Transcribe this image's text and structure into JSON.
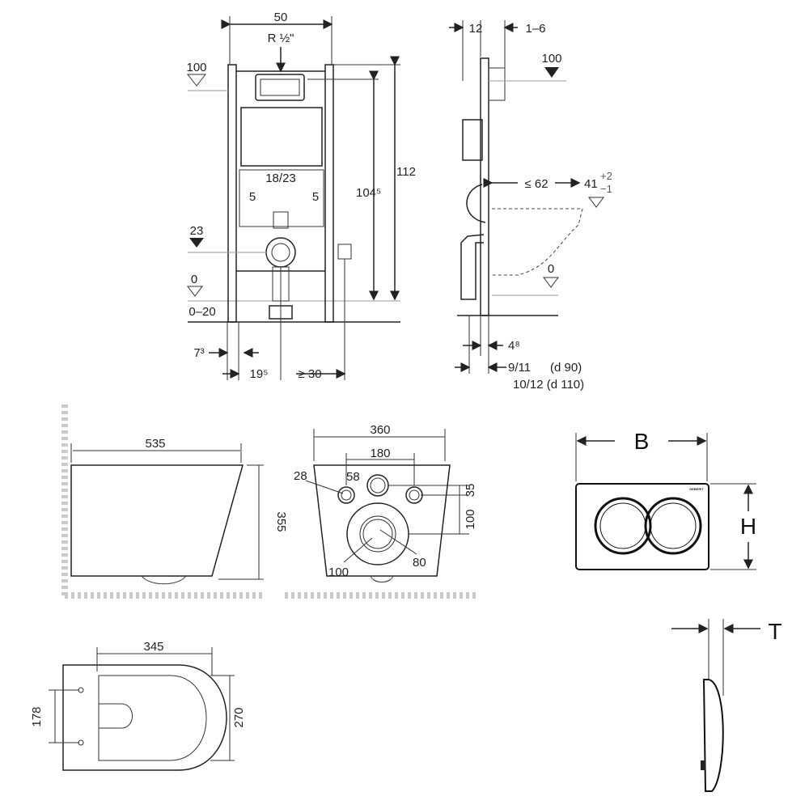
{
  "frame_front": {
    "width": "50",
    "thread": "R ½\"",
    "level_100": "100",
    "height_112": "112",
    "height_104": "104⁵",
    "spacing": "18/23",
    "left_5": "5",
    "right_5": "5",
    "level_23": "23",
    "level_0": "0",
    "range_0_20": "0–20",
    "dim_7": "7³",
    "dim_19": "19⁵",
    "dim_30": "≥ 30"
  },
  "frame_side": {
    "dim_12": "12",
    "dim_1_6": "1–6",
    "level_100": "100",
    "dim_62": "≤ 62",
    "dim_41": "41",
    "dim_41_tol_plus": "+2",
    "dim_41_tol_minus": "−1",
    "level_0": "0",
    "dim_4": "4⁸",
    "dim_9_11": "9/11",
    "d90": "(d 90)",
    "dim_10_12": "10/12 (d 110)"
  },
  "bowl_side": {
    "length": "535",
    "height": "355"
  },
  "bowl_back": {
    "width": "360",
    "bolt_spacing": "180",
    "bolt_diameter": "28",
    "inlet_diameter": "58",
    "dim_35": "35",
    "dim_100": "100",
    "outlet_inner": "80",
    "outlet_outer": "100"
  },
  "bowl_top": {
    "length": "345",
    "bolt_spacing": "178",
    "width": "270"
  },
  "flush_plate": {
    "width_label": "B",
    "height_label": "H",
    "thickness_label": "T",
    "brand": "GEBERIT"
  }
}
